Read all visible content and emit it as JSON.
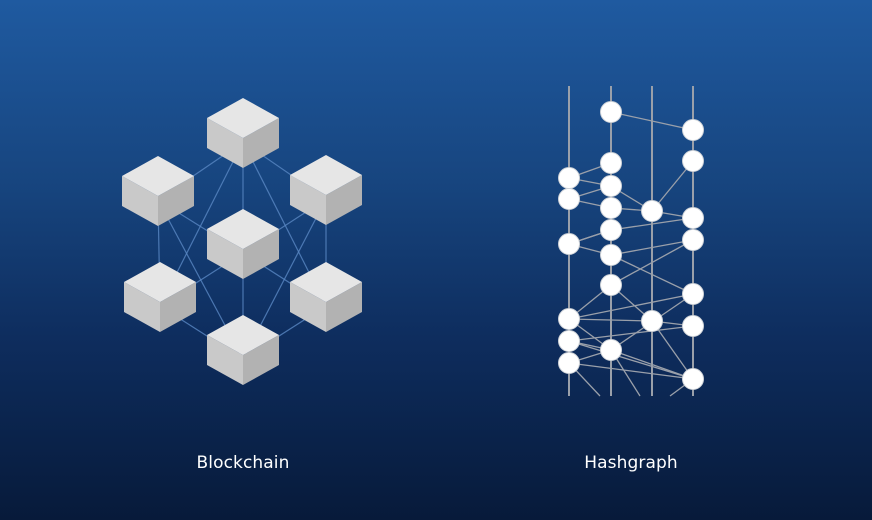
{
  "captions": {
    "blockchain": "Blockchain",
    "hashgraph": "Hashgraph"
  },
  "colors": {
    "background_top": "#1f5aa0",
    "background_bottom": "#071a3a",
    "cube_top": "#e6e6e6",
    "cube_left": "#c9c9c9",
    "cube_right": "#b2b2b2",
    "cube_links": "#5a88c4",
    "hash_lines": "#9aa0aa",
    "hash_nodes": "#ffffff"
  },
  "icons": {
    "cube": "isometric-block-icon",
    "node": "hashgraph-event-circle"
  }
}
